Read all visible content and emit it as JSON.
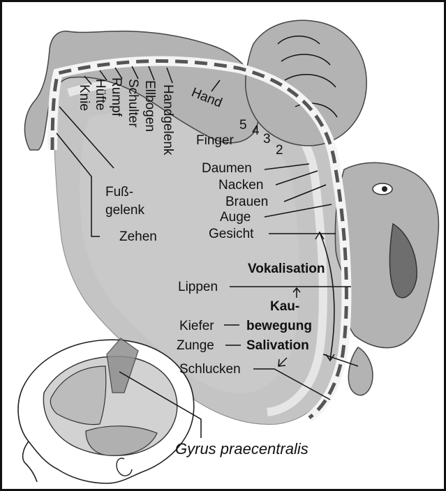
{
  "labels": {
    "knie": "Knie",
    "huefte": "Hüfte",
    "rumpf": "Rumpf",
    "schulter": "Schulter",
    "ellbogen": "Ellbogen",
    "handgelenk": "Handgelenk",
    "hand": "Hand",
    "finger": "Finger",
    "finger_5": "5",
    "finger_4": "4",
    "finger_3": "3",
    "finger_2": "2",
    "daumen": "Daumen",
    "nacken": "Nacken",
    "brauen": "Brauen",
    "auge": "Auge",
    "gesicht": "Gesicht",
    "fussgelenk_1": "Fuß-",
    "fussgelenk_2": "gelenk",
    "zehen": "Zehen",
    "vokalisation": "Vokalisation",
    "lippen": "Lippen",
    "kaubewegung_1": "Kau-",
    "kaubewegung_2": "bewegung",
    "kiefer": "Kiefer",
    "zunge": "Zunge",
    "salivation": "Salivation",
    "schlucken": "Schlucken",
    "gyrus": "Gyrus praecentralis"
  },
  "colors": {
    "cortex_gray": "#c4c4c4",
    "cortex_dark": "#a8a8a8",
    "figure_gray": "#b3b3b3",
    "band": "#ececec",
    "dash": "#555555",
    "ink": "#111111"
  },
  "icons": [
    "homunculus-arm",
    "homunculus-hand",
    "homunculus-head",
    "brain-head-icon"
  ]
}
